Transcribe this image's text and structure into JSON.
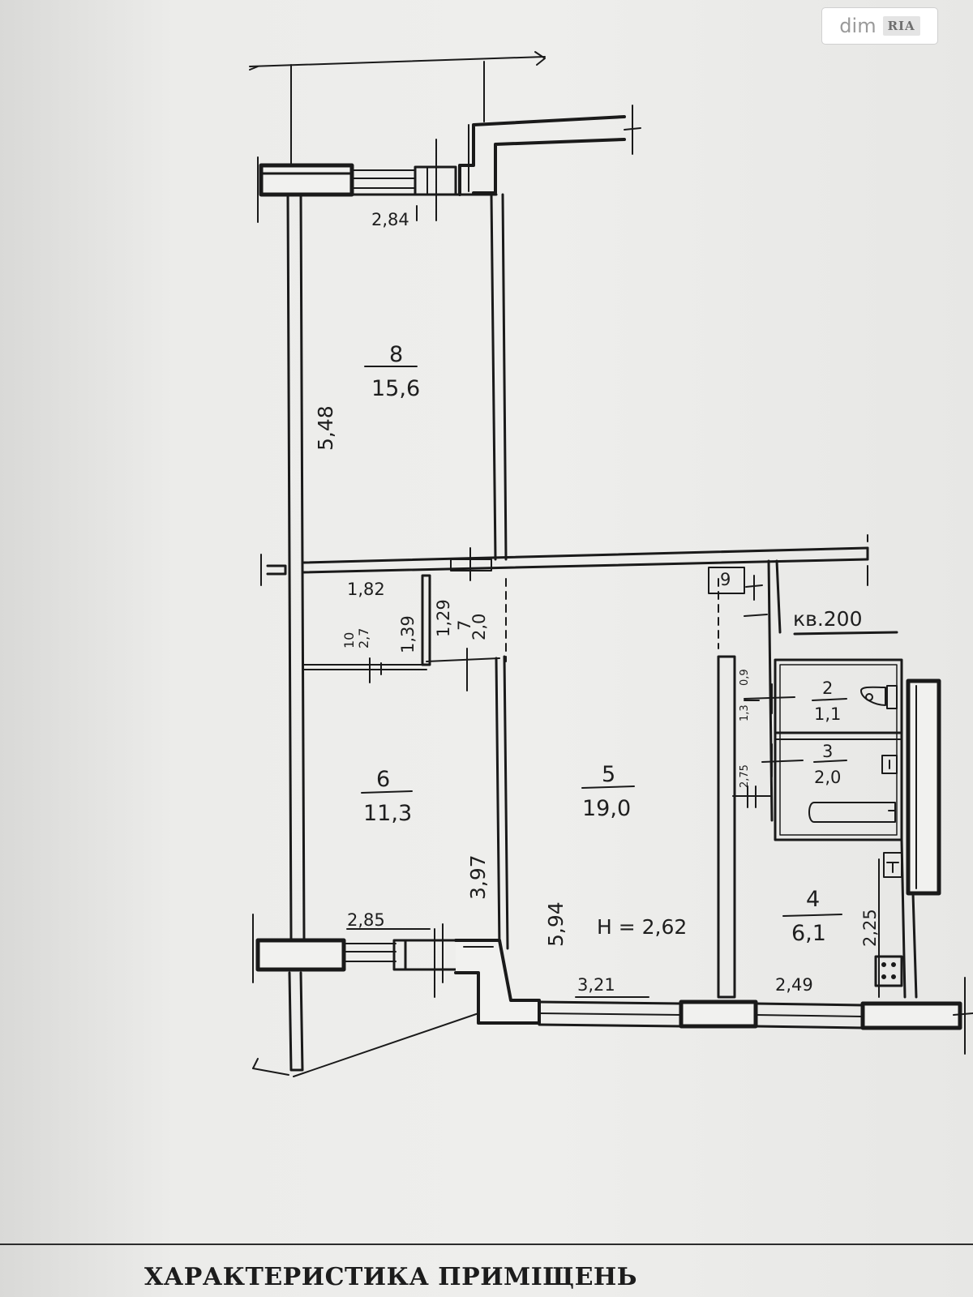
{
  "logo": {
    "part1": "dim",
    "part2": "RIA"
  },
  "rooms": [
    {
      "id": "8",
      "num": "8",
      "area": "15,6"
    },
    {
      "id": "6",
      "num": "6",
      "area": "11,3"
    },
    {
      "id": "5",
      "num": "5",
      "area": "19,0"
    },
    {
      "id": "4",
      "num": "4",
      "area": "6,1"
    },
    {
      "id": "2",
      "num": "2",
      "area": "1,1"
    },
    {
      "id": "3",
      "num": "3",
      "area": "2,0"
    },
    {
      "id": "9",
      "num": "9"
    }
  ],
  "closet_a": {
    "width": "1,82",
    "depth": "1,39",
    "num": "10",
    "area": "2,7"
  },
  "closet_b": {
    "width": "1,29",
    "num": "7",
    "area": "2,0"
  },
  "dimensions": {
    "room8_width": "2,84",
    "room8_length": "5,48",
    "room6_width": "2,85",
    "room6_length": "3,97",
    "room5_length": "5,94",
    "room5_width": "3,21",
    "room4_width": "2,49",
    "room4_length": "2,25",
    "ceiling_height": "H = 2,62",
    "bath_dim_a": "0,9",
    "bath_dim_b": "1,3",
    "bath_dim_c": "2,75"
  },
  "apartment_label": "кв.200",
  "footer": {
    "title": "ХАРАКТЕРИСТИКА ПРИМІЩЕНЬ"
  }
}
